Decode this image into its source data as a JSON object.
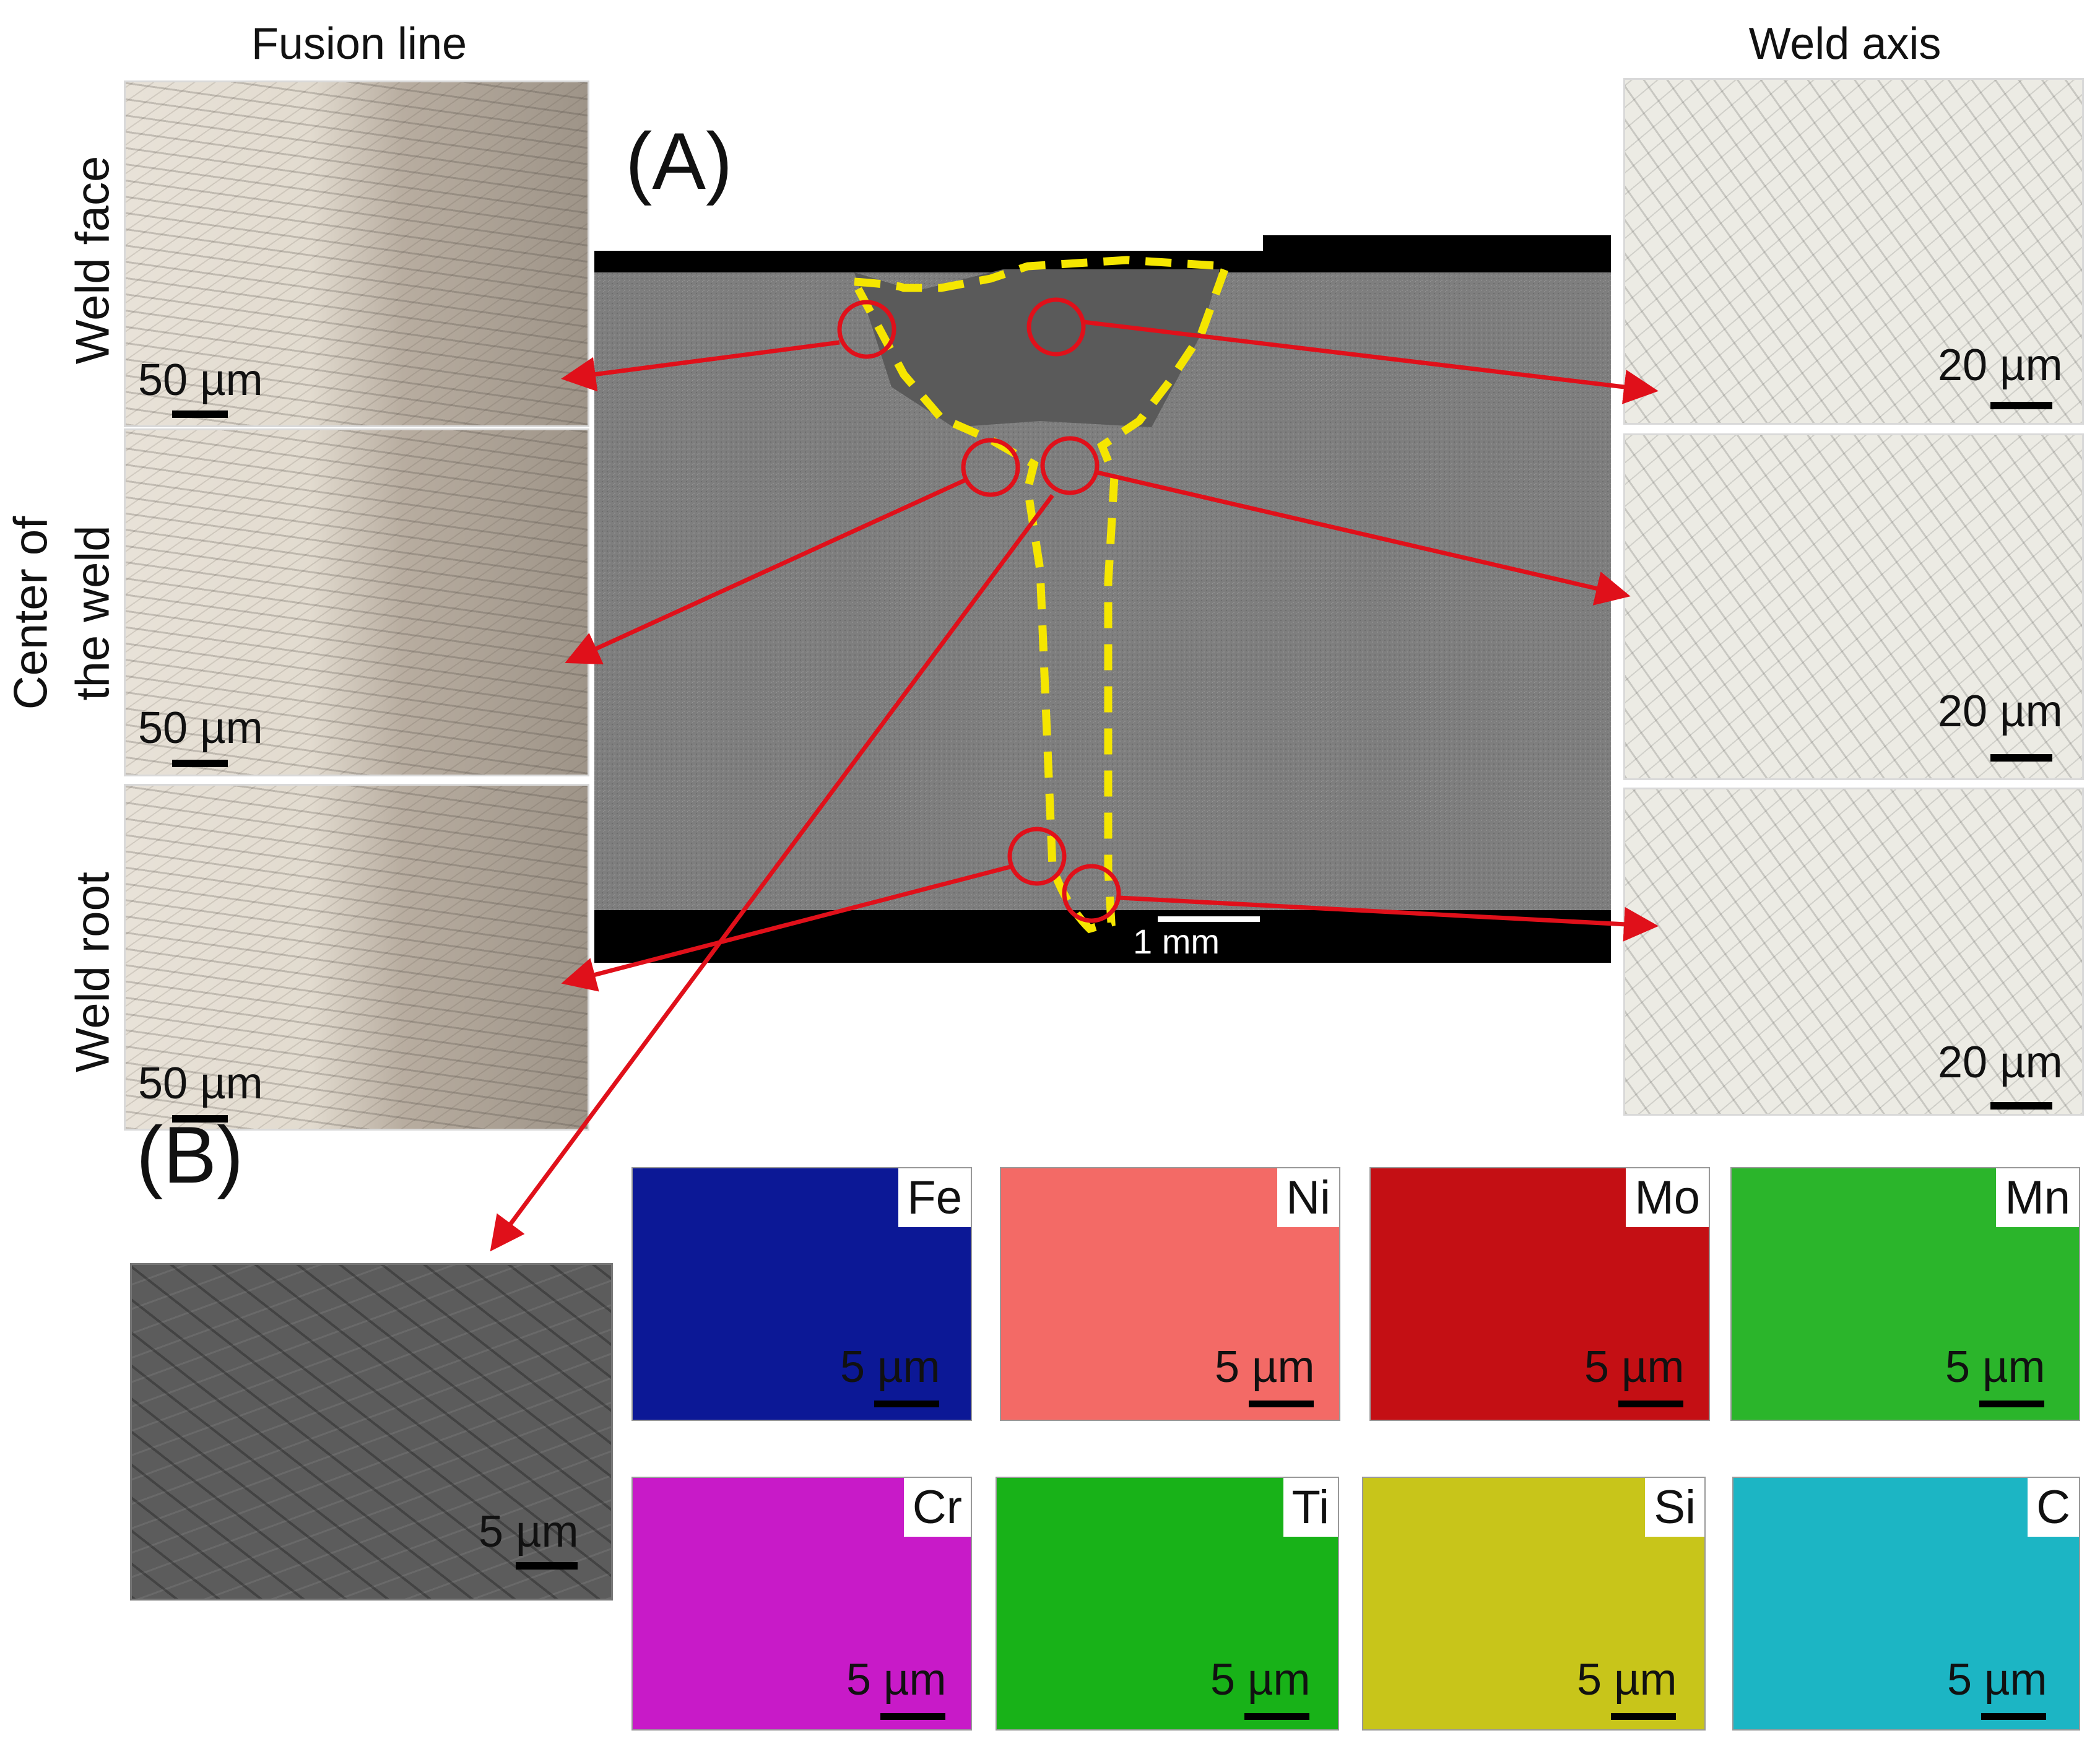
{
  "headers": {
    "left": "Fusion line",
    "right": "Weld axis"
  },
  "side_labels": {
    "top": "Weld face",
    "middle_1": "Center of",
    "middle_2": "the weld",
    "bottom": "Weld root"
  },
  "panels": {
    "a": "(A)",
    "b": "(B)"
  },
  "fusion_scales": [
    "50 µm",
    "50 µm",
    "50 µm"
  ],
  "axis_scales": [
    "20 µm",
    "20 µm",
    "20 µm"
  ],
  "macro_scale": "1 mm",
  "sem_scale": "5 µm",
  "eds_maps": [
    {
      "element": "Fe",
      "scale": "5 µm",
      "color": "#0c1896"
    },
    {
      "element": "Ni",
      "scale": "5 µm",
      "color": "#f36a66"
    },
    {
      "element": "Mo",
      "scale": "5 µm",
      "color": "#c40f14"
    },
    {
      "element": "Mn",
      "scale": "5 µm",
      "color": "#2bb52b"
    },
    {
      "element": "Cr",
      "scale": "5 µm",
      "color": "#c81ac8"
    },
    {
      "element": "Ti",
      "scale": "5 µm",
      "color": "#18b218"
    },
    {
      "element": "Si",
      "scale": "5 µm",
      "color": "#c8c51a"
    },
    {
      "element": "C",
      "scale": "5 µm",
      "color": "#1cb5c4"
    }
  ],
  "colors": {
    "weld_outline": "#f5e600",
    "callout": "#e0101a",
    "macro_gray": "#7e7e7e"
  }
}
